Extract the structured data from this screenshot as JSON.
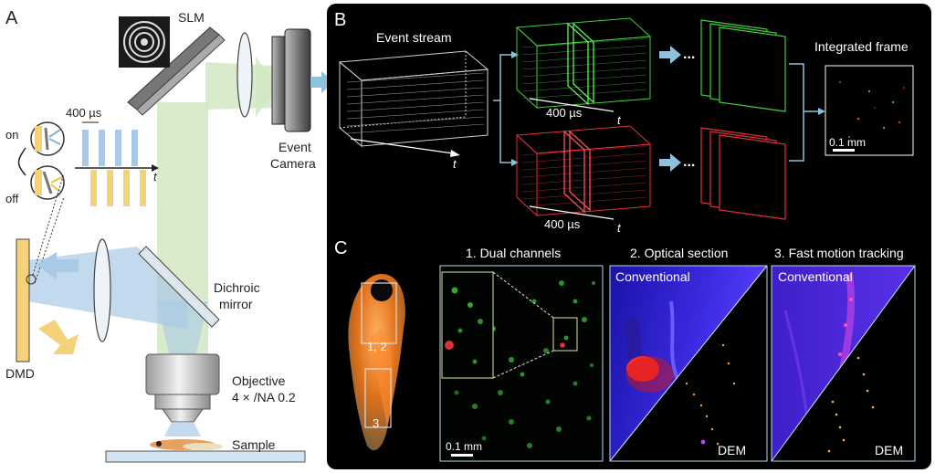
{
  "panel_a": {
    "letter": "A",
    "slm": "SLM",
    "pulse_period": "400 µs",
    "on": "on",
    "off": "off",
    "t": "t",
    "event_camera_line1": "Event",
    "event_camera_line2": "Camera",
    "dichroic_line1": "Dichroic",
    "dichroic_line2": "mirror",
    "dmd": "DMD",
    "objective_line1": "Objective",
    "objective_line2": "4 × /NA 0.2",
    "sample": "Sample"
  },
  "panel_b": {
    "letter": "B",
    "event_stream": "Event stream",
    "t": "t",
    "window_green": "400 µs",
    "window_red": "400 µs",
    "ellipsis": "...",
    "integrated_frame": "Integrated frame",
    "scale_bar": "0.1 mm"
  },
  "panel_c": {
    "letter": "C",
    "fish_label_top": "1, 2",
    "fish_label_bottom": "3",
    "title_1": "1. Dual channels",
    "title_2": "2. Optical section",
    "title_3": "3. Fast motion tracking",
    "conventional_2": "Conventional",
    "dem_2": "DEM",
    "conventional_3": "Conventional",
    "dem_3": "DEM",
    "scale_bar": "0.1 mm"
  },
  "colors": {
    "green_channel": "#3fcf3a",
    "red_channel": "#e0303a",
    "light_blue": "#a9c9e6",
    "light_green": "#cfe6c1",
    "yellow": "#f5d27a",
    "panel_bg": "#000000"
  }
}
